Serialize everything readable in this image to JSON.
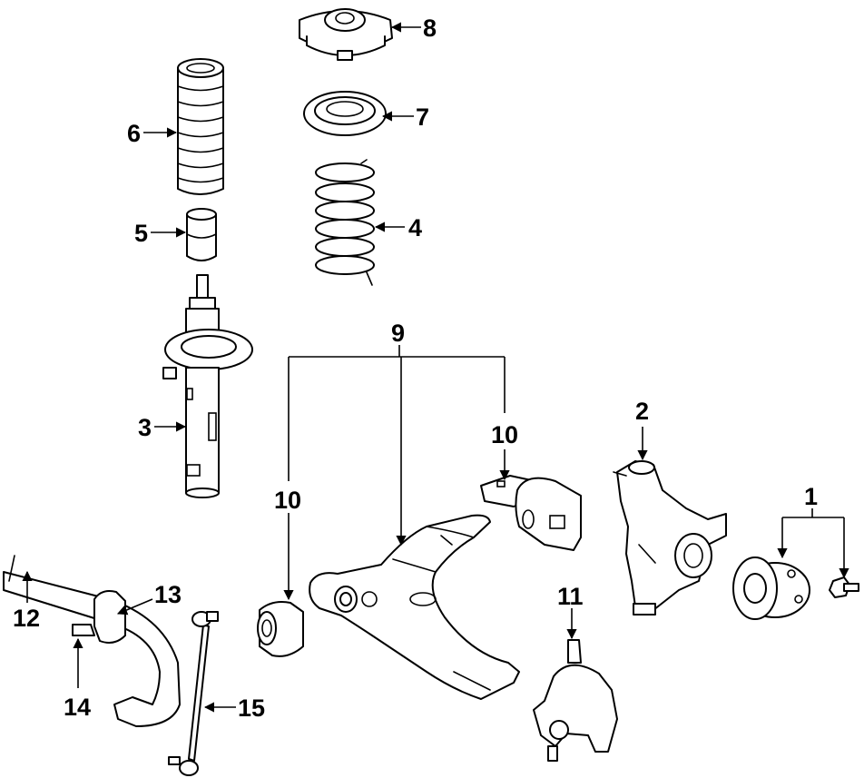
{
  "diagram": {
    "background": "#ffffff",
    "ink": "#000000",
    "callouts": {
      "c1": "1",
      "c2": "2",
      "c3": "3",
      "c4": "4",
      "c5": "5",
      "c6": "6",
      "c7": "7",
      "c8": "8",
      "c9": "9",
      "c10a": "10",
      "c10b": "10",
      "c11": "11",
      "c12": "12",
      "c13": "13",
      "c14": "14",
      "c15": "15"
    }
  }
}
